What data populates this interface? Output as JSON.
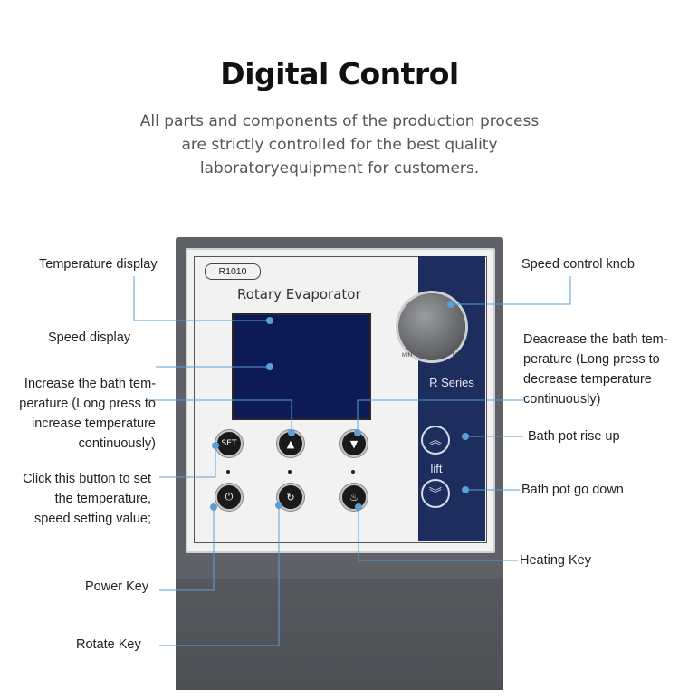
{
  "header": {
    "title": "Digital Control",
    "subtitle_lines": [
      "All parts and components of the production process",
      "are strictly controlled for the best quality",
      "laboratoryequipment for customers."
    ]
  },
  "device": {
    "model": "R1010",
    "name": "Rotary Evaporator",
    "series": "R Series",
    "lift_label": "lift",
    "knob_min": "MIN",
    "knob_max": "MAX",
    "set_label": "SET"
  },
  "callouts": {
    "temperature_display": "Temperature display",
    "speed_display": "Speed display",
    "increase_temp": [
      "Increase the bath tem-",
      "perature (Long press to",
      "increase temperature",
      "continuously)"
    ],
    "set_button": [
      "Click this button to set",
      "the temperature,",
      "speed setting value;"
    ],
    "power_key": "Power Key",
    "rotate_key": "Rotate Key",
    "speed_knob": "Speed control knob",
    "decrease_temp": [
      "Deacrease the bath tem-",
      "perature (Long press to",
      "decrease temperature",
      "continuously)"
    ],
    "rise_up": "Bath pot rise up",
    "go_down": "Bath pot go down",
    "heating_key": "Heating Key"
  },
  "colors": {
    "leader_line": "#5aa0d8",
    "panel_strip": "#1d2d5e",
    "screen": "#0e1a55"
  }
}
